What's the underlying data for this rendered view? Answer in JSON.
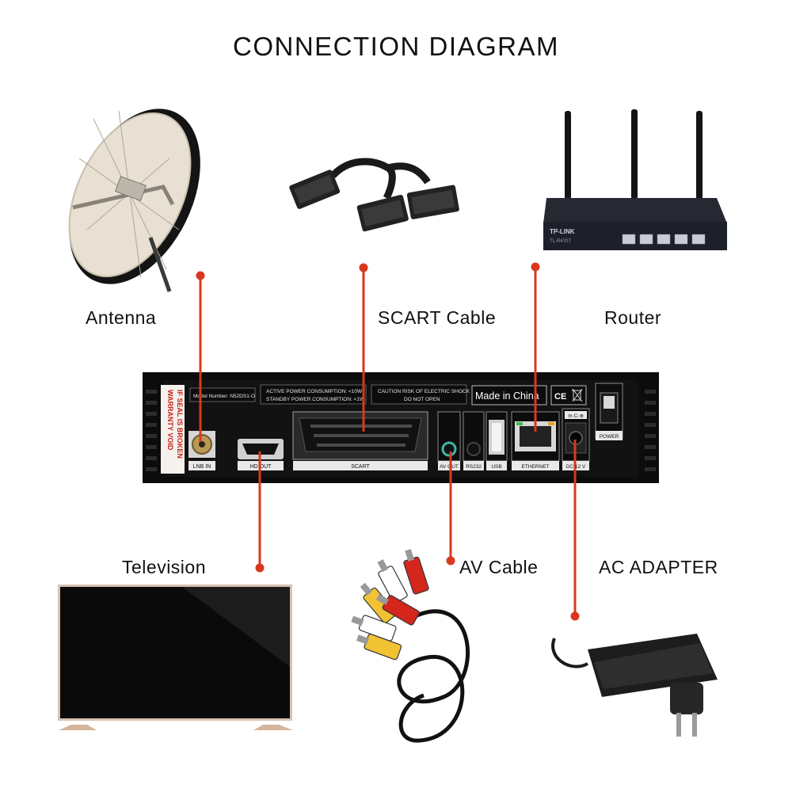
{
  "title": "CONNECTION DIAGRAM",
  "colors": {
    "connector": "#d9381e",
    "device": "#111111",
    "background": "#ffffff"
  },
  "devices": {
    "antenna": "Antenna",
    "scart_cable": "SCART Cable",
    "router": "Router",
    "television": "Television",
    "av_cable": "AV Cable",
    "ac_adapter": "AC ADAPTER"
  },
  "router_brand": "TP-LINK",
  "router_model": "TL-R470T",
  "receiver": {
    "warranty_text": [
      "WARRANTY VOID",
      "IF SEAL IS BROKEN"
    ],
    "model_number": "Model Number:  N52DS1-O",
    "power_info": [
      "ACTIVE POWER CONSUMPTION: <10W",
      "STANDBY POWER CONSUMPTION: <1W"
    ],
    "caution": [
      "CAUTION RISK OF ELECTRIC SHOCK",
      "DO NOT OPEN"
    ],
    "made_in": "Made in China",
    "ce_mark": "CE",
    "power_label": "POWER",
    "ports": {
      "lnb_in": "LNB IN",
      "hd_out": "HD OUT",
      "scart": "SCART",
      "av_out": "AV OUT",
      "rs232": "RS232",
      "usb": "USB",
      "ethernet": "ETHERNET",
      "dc": "DC 12 V"
    }
  },
  "icons": [
    "satellite-dish-icon",
    "scart-cable-icon",
    "router-icon",
    "television-icon",
    "rca-cable-icon",
    "power-adapter-icon",
    "weee-bin-icon"
  ]
}
